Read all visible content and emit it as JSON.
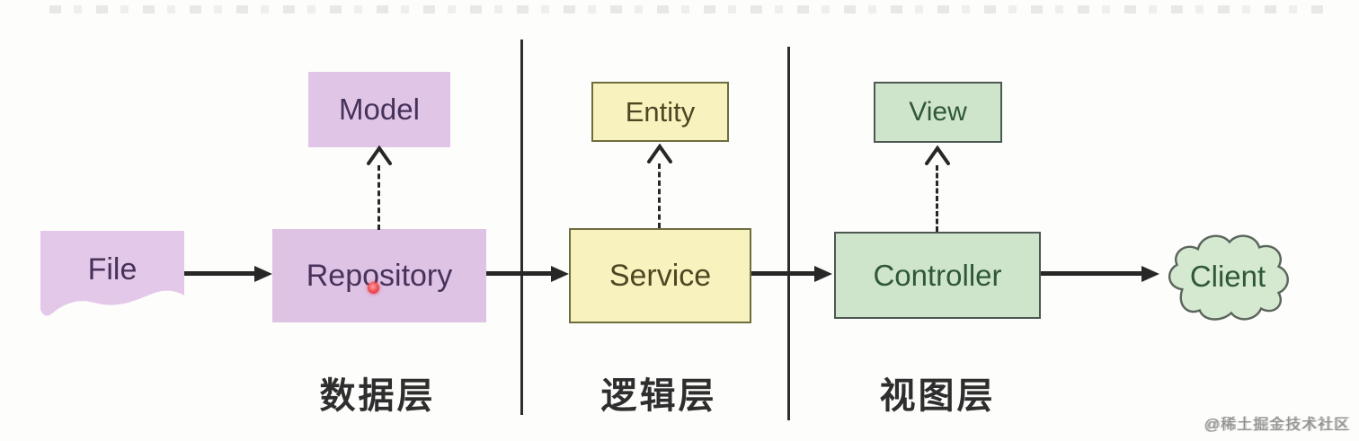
{
  "nodes": {
    "file": {
      "label": "File"
    },
    "repository": {
      "label": "Repository"
    },
    "model": {
      "label": "Model"
    },
    "entity": {
      "label": "Entity"
    },
    "service": {
      "label": "Service"
    },
    "view": {
      "label": "View"
    },
    "controller": {
      "label": "Controller"
    },
    "client": {
      "label": "Client"
    }
  },
  "layers": {
    "data": {
      "label": "数据层"
    },
    "logic": {
      "label": "逻辑层"
    },
    "view": {
      "label": "视图层"
    }
  },
  "edges": [
    {
      "from": "file",
      "to": "repository",
      "style": "solid"
    },
    {
      "from": "repository",
      "to": "model",
      "style": "dashed"
    },
    {
      "from": "repository",
      "to": "service",
      "style": "solid"
    },
    {
      "from": "service",
      "to": "entity",
      "style": "dashed"
    },
    {
      "from": "service",
      "to": "controller",
      "style": "solid"
    },
    {
      "from": "controller",
      "to": "view",
      "style": "dashed"
    },
    {
      "from": "controller",
      "to": "client",
      "style": "solid"
    }
  ],
  "watermark": {
    "text": "@稀土掘金技术社区"
  },
  "colors": {
    "purple_fill": "#dec3e5",
    "purple_text": "#47325a",
    "yellow_fill": "#f8f3be",
    "yellow_border": "#6f6d3e",
    "green_fill": "#cfe5cb",
    "green_border": "#4e5852",
    "arrow": "#272727",
    "laser_dot": "#d92b38"
  }
}
